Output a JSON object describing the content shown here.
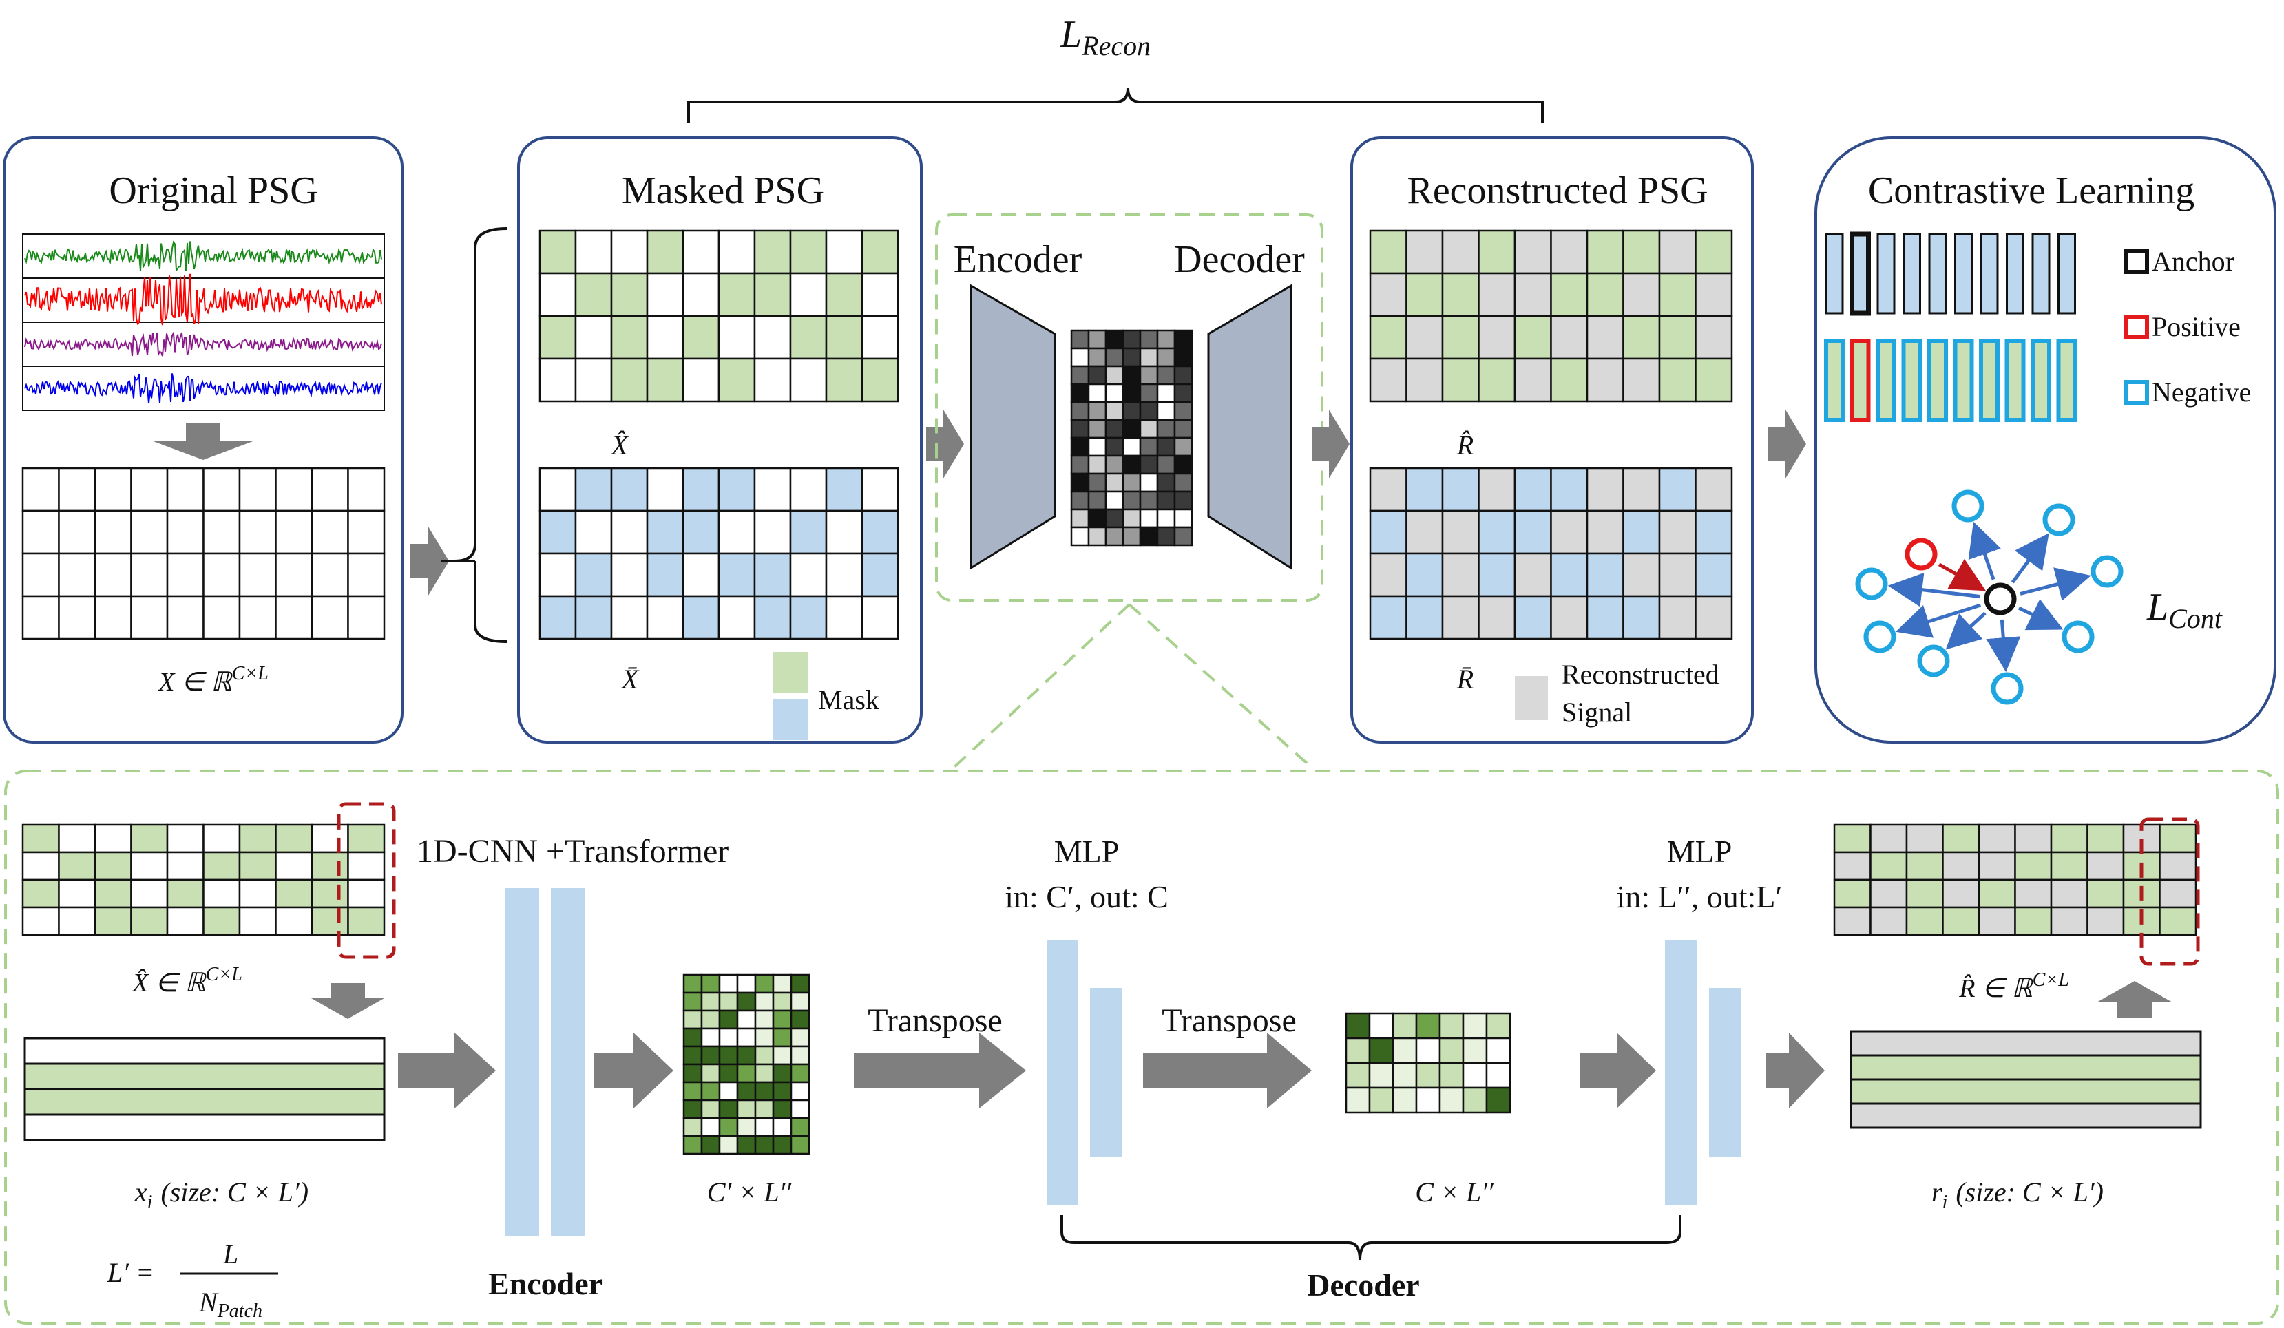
{
  "loss_recon": {
    "main": "L",
    "sub": "Recon"
  },
  "panels": {
    "original": {
      "title": "Original PSG",
      "formula": {
        "var": "X",
        "op": "∈",
        "set": "ℝ",
        "sup": "C×L"
      }
    },
    "masked": {
      "title": "Masked PSG",
      "label_top": "X̂",
      "label_bottom": "X̄",
      "legend": "Mask"
    },
    "autoencoder": {
      "encoder_label": "Encoder",
      "decoder_label": "Decoder"
    },
    "reconstructed": {
      "title": "Reconstructed PSG",
      "label_top": "R̂",
      "label_bottom": "R̄",
      "legend_line1": "Reconstructed",
      "legend_line2": "Signal"
    },
    "contrastive": {
      "title": "Contrastive Learning",
      "legend_anchor": "Anchor",
      "legend_positive": "Positive",
      "legend_negative": "Negative",
      "loss": {
        "main": "L",
        "sub": "Cont"
      }
    }
  },
  "detail": {
    "input_formula": {
      "var": "X̂",
      "op": "∈",
      "set": "ℝ",
      "sup": "C×L"
    },
    "xi_label": {
      "var": "x",
      "sub": "i",
      "text": "(size: C × L′)"
    },
    "lprime": {
      "lhs": "L′ =",
      "num": "L",
      "den_main": "N",
      "den_sub": "Patch"
    },
    "cnn_label": "1D-CNN +Transformer",
    "encoder_bold": "Encoder",
    "cl_label": "C′ × L′′",
    "transpose1": "Transpose",
    "mlp1_title": "MLP",
    "mlp1_io": "in: C′, out: C",
    "transpose2": "Transpose",
    "cl2_label": "C × L′′",
    "mlp2_title": "MLP",
    "mlp2_io": "in: L′′, out:L′",
    "decoder_bold": "Decoder",
    "output_formula": {
      "var": "R̂",
      "op": "∈",
      "set": "ℝ",
      "sup": "C×L"
    },
    "ri_label": {
      "var": "r",
      "sub": "i",
      "text": "(size: C × L′)"
    }
  },
  "colors": {
    "green": "#c8e0b4",
    "blue": "#bdd7ee",
    "gray": "#d9d9d9",
    "panel_border": "#2f4b8a",
    "dash": "#a9d18e",
    "arrow": "#7f7f7f",
    "red": "#e41a1c",
    "cyan": "#1fa6e0",
    "dark_green": "#38661f",
    "mid_green": "#6fa34a"
  },
  "pattern_rows": [
    [
      1,
      0,
      0,
      1,
      0,
      0,
      1,
      1,
      0,
      1
    ],
    [
      0,
      1,
      1,
      0,
      0,
      1,
      1,
      0,
      1,
      0
    ],
    [
      1,
      0,
      1,
      0,
      1,
      0,
      0,
      1,
      1,
      0
    ],
    [
      0,
      0,
      1,
      1,
      0,
      1,
      0,
      0,
      1,
      1
    ]
  ]
}
